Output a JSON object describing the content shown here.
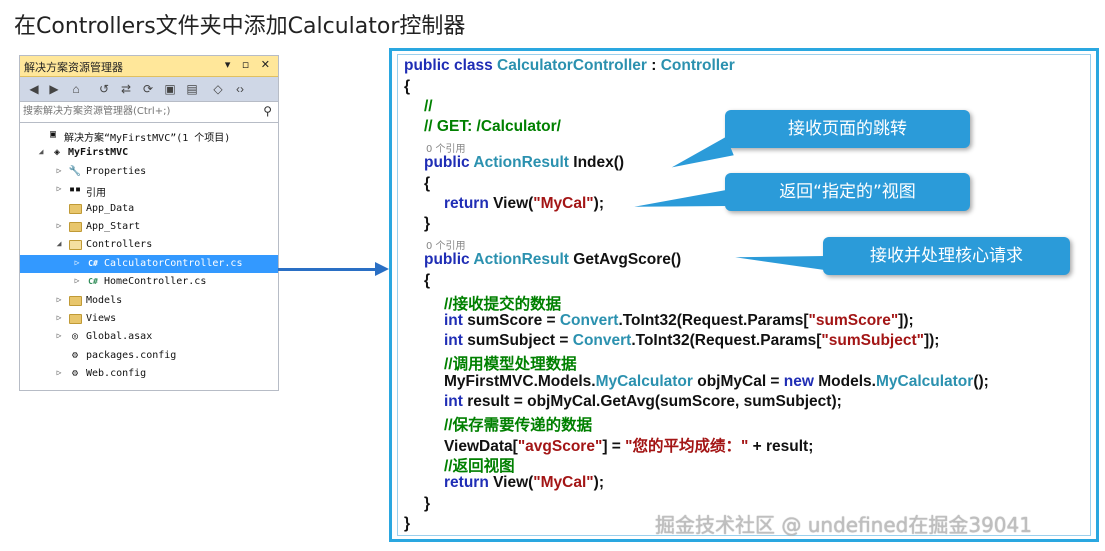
{
  "slide_title": "在Controllers文件夹中添加Calculator控制器",
  "solution_explorer": {
    "title": "解决方案资源管理器",
    "window_controls": "▾ ▫ ✕",
    "search_placeholder": "搜索解决方案资源管理器(Ctrl+;)",
    "tree": [
      {
        "label": "解决方案“MyFirstMVC”(1 个项目)",
        "expander": "",
        "icon": "solution-icon",
        "level": 0
      },
      {
        "label": "MyFirstMVC",
        "expander": "◢",
        "icon": "project-icon",
        "level": 1
      },
      {
        "label": "Properties",
        "expander": "▷",
        "icon": "wrench-icon",
        "level": 2
      },
      {
        "label": "引用",
        "expander": "▷",
        "icon": "references-icon",
        "level": 2
      },
      {
        "label": "App_Data",
        "expander": "",
        "icon": "folder-icon",
        "level": 2
      },
      {
        "label": "App_Start",
        "expander": "▷",
        "icon": "folder-icon",
        "level": 2
      },
      {
        "label": "Controllers",
        "expander": "◢",
        "icon": "folder-open-icon",
        "level": 2
      },
      {
        "label": "CalculatorController.cs",
        "expander": "▷",
        "icon": "csharp-file-icon",
        "level": 3,
        "selected": true
      },
      {
        "label": "HomeController.cs",
        "expander": "▷",
        "icon": "csharp-file-icon",
        "level": 3
      },
      {
        "label": "Models",
        "expander": "▷",
        "icon": "folder-icon",
        "level": 2
      },
      {
        "label": "Views",
        "expander": "▷",
        "icon": "folder-icon",
        "level": 2
      },
      {
        "label": "Global.asax",
        "expander": "▷",
        "icon": "global-file-icon",
        "level": 2
      },
      {
        "label": "packages.config",
        "expander": "",
        "icon": "config-file-icon",
        "level": 2
      },
      {
        "label": "Web.config",
        "expander": "▷",
        "icon": "config-file-icon",
        "level": 2
      }
    ]
  },
  "code": {
    "l1_kw": "public class ",
    "l1_ty1": "CalculatorController",
    "l1_sep": " : ",
    "l1_ty2": "Controller",
    "brace_open": "{",
    "cmt1": "//",
    "cmt2": "// GET: /Calculator/",
    "refs": "0 个引用",
    "m1_kw": "public ",
    "m1_ty": "ActionResult",
    "m1_name": " Index()",
    "inner_open": "{",
    "ret1_kw": "return ",
    "ret1_a": "View(",
    "ret1_str": "\"MyCal\"",
    "ret1_b": ");",
    "inner_close": "}",
    "refs2": "0 个引用",
    "m2_kw": "public ",
    "m2_ty": "ActionResult",
    "m2_name": " GetAvgScore()",
    "inner_open2": "{",
    "c_recv": "//接收提交的数据",
    "s1_kw": "int",
    "s1_a": " sumScore = ",
    "s1_ty": "Convert",
    "s1_b": ".ToInt32(Request.Params[",
    "s1_str": "\"sumScore\"",
    "s1_c": "]);",
    "s2_kw": "int",
    "s2_a": " sumSubject = ",
    "s2_ty": "Convert",
    "s2_b": ".ToInt32(Request.Params[",
    "s2_str": "\"sumSubject\"",
    "s2_c": "]);",
    "c_model": "//调用模型处理数据",
    "s3_a": "MyFirstMVC.Models.",
    "s3_ty": "MyCalculator",
    "s3_b": " objMyCal = ",
    "s3_kw": "new",
    "s3_c": " Models.",
    "s3_ty2": "MyCalculator",
    "s3_d": "();",
    "s4_kw": "int",
    "s4_a": " result = objMyCal.GetAvg(sumScore, sumSubject);",
    "c_save": "//保存需要传递的数据",
    "s5_a": "ViewData[",
    "s5_str1": "\"avgScore\"",
    "s5_b": "] = ",
    "s5_str2": "\"您的平均成绩：\"",
    "s5_c": " + result;",
    "c_ret": "//返回视图",
    "ret2_kw": "return ",
    "ret2_a": "View(",
    "ret2_str": "\"MyCal\"",
    "ret2_b": ");",
    "inner_close2": "}",
    "brace_close": "}"
  },
  "callouts": {
    "c1": "接收页面的跳转",
    "c2": "返回“指定的”视图",
    "c3": "接收并处理核心请求"
  },
  "watermark": "掘金技术社区 @ undefined在掘金39041",
  "colors": {
    "keyword": "#1f2db5",
    "type": "#2b91af",
    "string": "#a31515",
    "comment": "#008000",
    "callout": "#2b9bd9",
    "panel_border": "#2aa7e0",
    "selection": "#3399ff"
  }
}
